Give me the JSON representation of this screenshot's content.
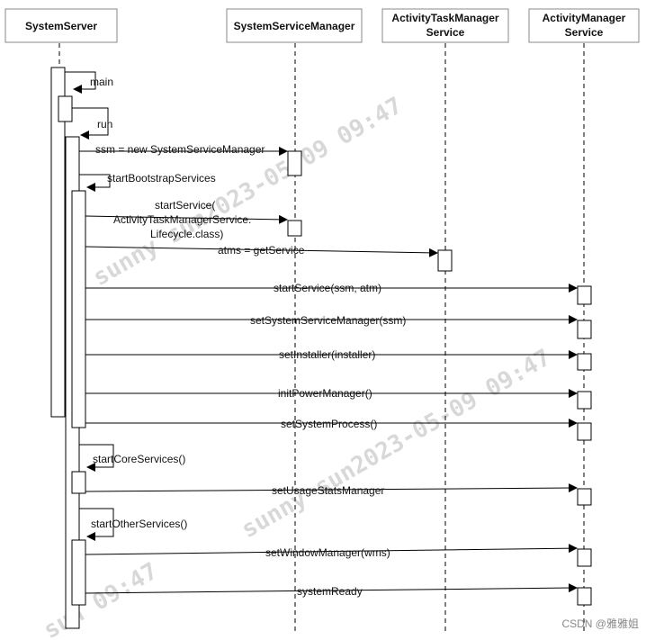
{
  "participants": [
    {
      "id": "p1",
      "lines": [
        "SystemServer"
      ]
    },
    {
      "id": "p2",
      "lines": [
        "SystemServiceManager"
      ]
    },
    {
      "id": "p3",
      "lines": [
        "ActivityTaskManager",
        "Service"
      ]
    },
    {
      "id": "p4",
      "lines": [
        "ActivityManager",
        "Service"
      ]
    }
  ],
  "messages": {
    "main": "main",
    "run": "run",
    "ssm": "ssm = new SystemServiceManager",
    "start_bootstrap": "startBootstrapServices",
    "start_service_1": "startService(",
    "start_service_2": "ActivityTaskManagerService.",
    "start_service_3": "Lifecycle.class)",
    "atms": "atms = getService",
    "start_service_ssm_atm": "startService(ssm, atm)",
    "set_ssm": "setSystemServiceManager(ssm)",
    "set_installer": "setInstaller(installer)",
    "init_power": "initPowerManager()",
    "set_system_process": "setSystemProcess()",
    "start_core": "startCoreServices()",
    "set_usage": "setUsageStatsManager",
    "start_other": "startOtherServices()",
    "set_wm": "setWindowManager(wms)",
    "system_ready": "systemReady"
  },
  "watermark": {
    "text_1": "sunny sun2023-05-09 09:47",
    "text_2": "sunny sun2023-05-09 09:47",
    "text_3": "sun 09:47"
  },
  "credit": "CSDN @雅雅姐"
}
